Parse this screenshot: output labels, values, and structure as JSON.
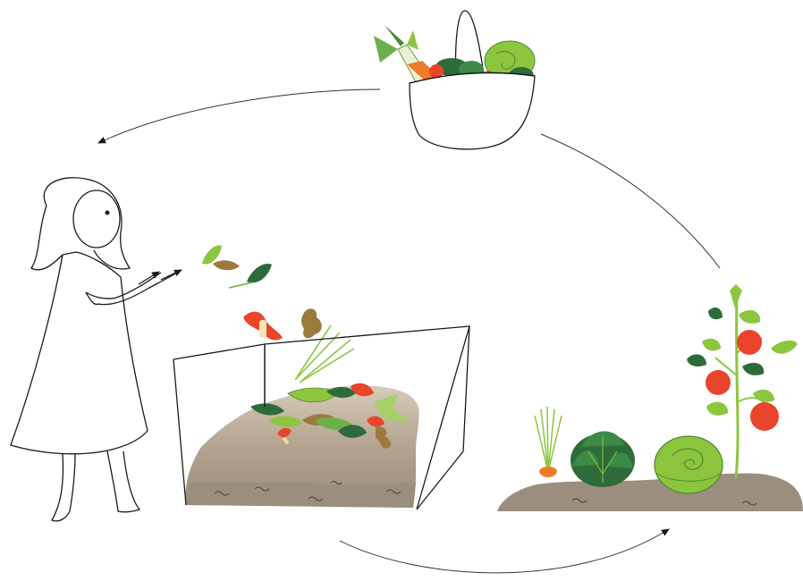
{
  "scene": {
    "stages": [
      {
        "id": "harvest-basket",
        "items": [
          "leek",
          "carrot",
          "tomatoes",
          "lettuce",
          "spinach"
        ]
      },
      {
        "id": "person-composting",
        "items": [
          "kitchen-scraps"
        ]
      },
      {
        "id": "compost-bin",
        "items": [
          "apple-core",
          "banana-peel",
          "leaves",
          "carrot-tops",
          "worms"
        ]
      },
      {
        "id": "garden-bed",
        "items": [
          "carrot",
          "spinach",
          "lettuce",
          "tomato-plant"
        ]
      }
    ],
    "cycle_arrows": [
      "basket-to-person",
      "compost-to-garden",
      "garden-to-basket"
    ]
  },
  "colors": {
    "outline": "#1a1a1a",
    "soil": "#9b8e7e",
    "compost_top": "#c9b8a3",
    "leaf_dark": "#2e6b3a",
    "leaf_light": "#8cc63f",
    "tomato": "#e8452c",
    "carrot": "#f07a2b",
    "scrap_brown": "#9b7a3c"
  }
}
